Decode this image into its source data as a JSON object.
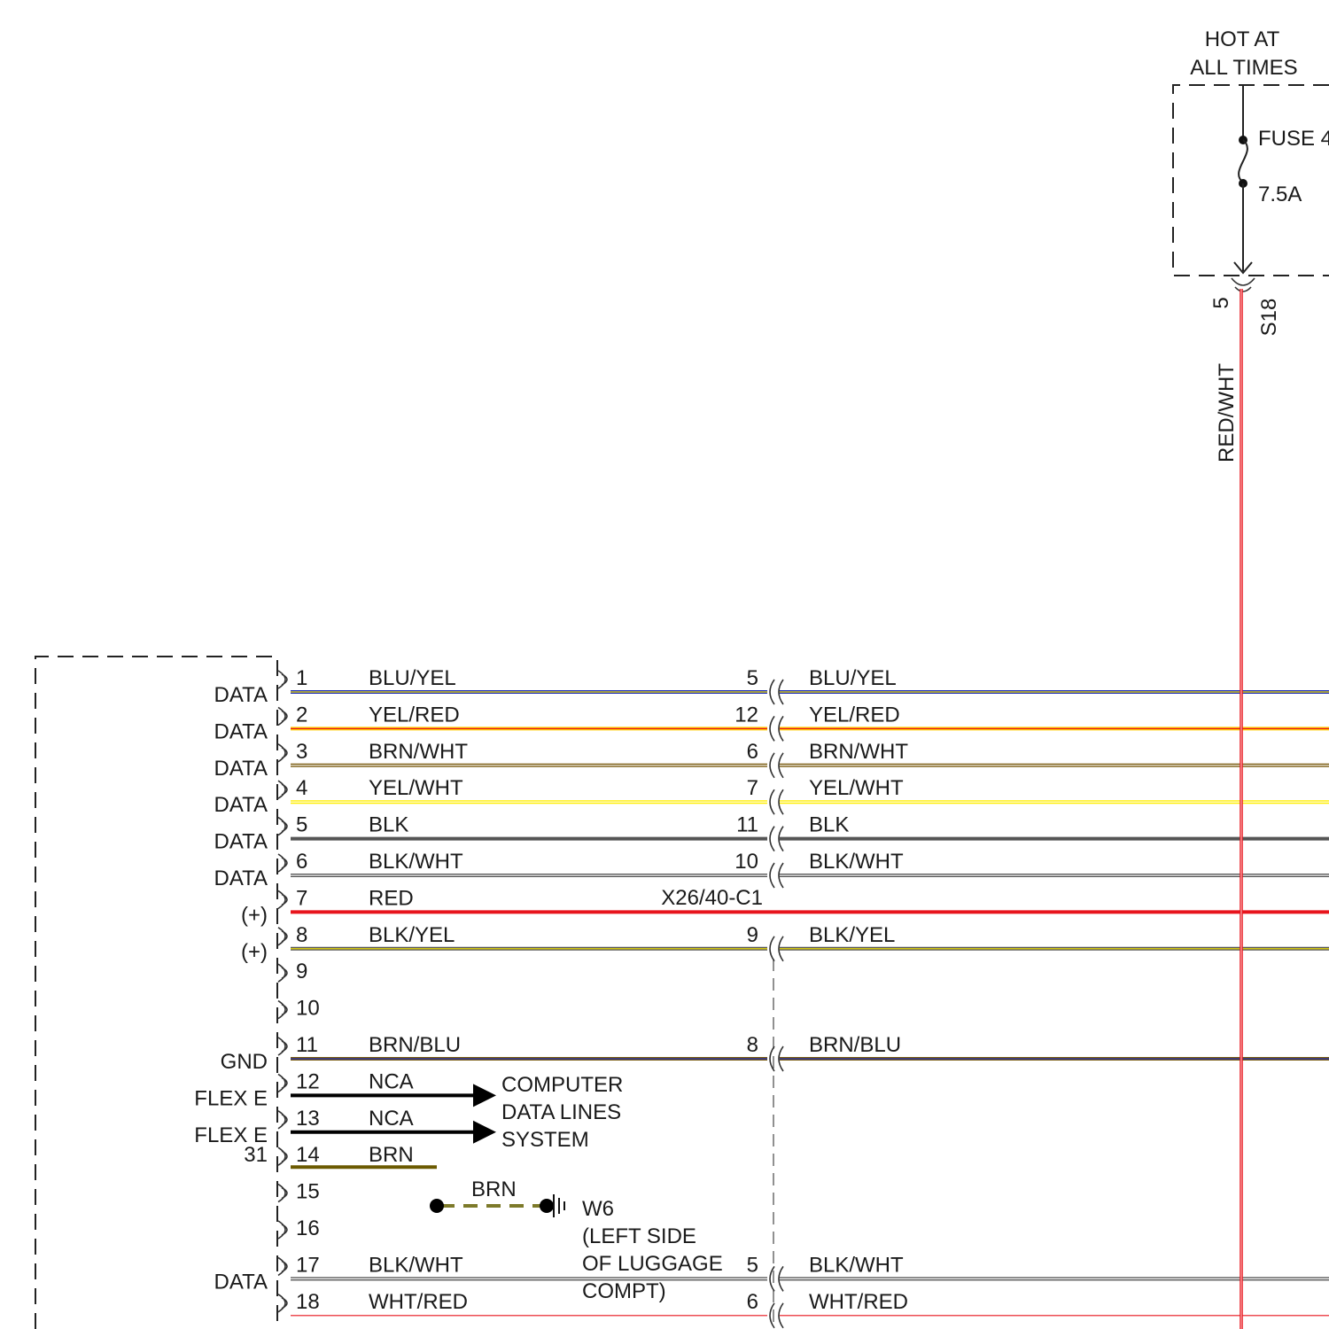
{
  "colors": {
    "BLU": "#1a2ab5",
    "YEL": "#ffee00",
    "RED": "#e8141c",
    "BRN": "#7a5c10",
    "BLK": "#555555",
    "WHT": "#ffffff",
    "black": "#000000",
    "brown_ground": "#6b5a00",
    "gnd_dash": "#7d7a2a"
  },
  "power": {
    "hot_line1": "HOT AT",
    "hot_line2": "ALL TIMES",
    "fuse_label": "FUSE 4",
    "fuse_rating": "7.5A",
    "pin": "5",
    "connector": "S18",
    "wire_color": "RED/WHT"
  },
  "middle_connector_label": "X26/40-C1",
  "pins": [
    {
      "side": "DATA",
      "pin": "1",
      "wire": "BLU/YEL",
      "pin2": "5",
      "wire2": "BLU/YEL",
      "c1": "#1a2ab5",
      "c2": "#ffee00"
    },
    {
      "side": "DATA",
      "pin": "2",
      "wire": "YEL/RED",
      "pin2": "12",
      "wire2": "YEL/RED",
      "c1": "#ffcc00",
      "c2": "#e8141c"
    },
    {
      "side": "DATA",
      "pin": "3",
      "wire": "BRN/WHT",
      "pin2": "6",
      "wire2": "BRN/WHT",
      "c1": "#7a5c10",
      "c2": "#ffffff"
    },
    {
      "side": "DATA",
      "pin": "4",
      "wire": "YEL/WHT",
      "pin2": "7",
      "wire2": "YEL/WHT",
      "c1": "#ffee00",
      "c2": "#ffffff"
    },
    {
      "side": "DATA",
      "pin": "5",
      "wire": "BLK",
      "pin2": "11",
      "wire2": "BLK",
      "c1": "#555555",
      "c2": "#555555"
    },
    {
      "side": "DATA",
      "pin": "6",
      "wire": "BLK/WHT",
      "pin2": "10",
      "wire2": "BLK/WHT",
      "c1": "#555555",
      "c2": "#ffffff"
    },
    {
      "side": "(+)",
      "pin": "7",
      "wire": "RED",
      "pin2": "",
      "wire2": "",
      "c1": "#e8141c",
      "c2": "#e8141c"
    },
    {
      "side": "(+)",
      "pin": "8",
      "wire": "BLK/YEL",
      "pin2": "9",
      "wire2": "BLK/YEL",
      "c1": "#555555",
      "c2": "#ffee00"
    },
    {
      "side": "",
      "pin": "9",
      "wire": "",
      "pin2": "",
      "wire2": "",
      "c1": "",
      "c2": ""
    },
    {
      "side": "",
      "pin": "10",
      "wire": "",
      "pin2": "",
      "wire2": "",
      "c1": "",
      "c2": ""
    },
    {
      "side": "GND",
      "pin": "11",
      "wire": "BRN/BLU",
      "pin2": "8",
      "wire2": "BRN/BLU",
      "c1": "#7a5c10",
      "c2": "#1a2ab5"
    },
    {
      "side": "FLEX E",
      "pin": "12",
      "wire": "NCA",
      "pin2": "",
      "wire2": "",
      "c1": "#000000",
      "c2": "#000000"
    },
    {
      "side": "FLEX E",
      "pin": "13",
      "wire": "NCA",
      "pin2": "",
      "wire2": "",
      "c1": "#000000",
      "c2": "#000000"
    },
    {
      "side": "31",
      "pin": "14",
      "wire": "BRN",
      "pin2": "",
      "wire2": "",
      "c1": "#6b5a00",
      "c2": "#6b5a00"
    },
    {
      "side": "",
      "pin": "15",
      "wire": "",
      "pin2": "",
      "wire2": "",
      "c1": "",
      "c2": ""
    },
    {
      "side": "",
      "pin": "16",
      "wire": "",
      "pin2": "",
      "wire2": "",
      "c1": "",
      "c2": ""
    },
    {
      "side": "DATA",
      "pin": "17",
      "wire": "BLK/WHT",
      "pin2": "5",
      "wire2": "BLK/WHT",
      "c1": "#555555",
      "c2": "#ffffff"
    },
    {
      "side": "",
      "pin": "18",
      "wire": "WHT/RED",
      "pin2": "6",
      "wire2": "WHT/RED",
      "c1": "#ffffff",
      "c2": "#e8141c"
    }
  ],
  "computer_data": {
    "line1": "COMPUTER",
    "line2": "DATA LINES",
    "line3": "SYSTEM"
  },
  "ground": {
    "wire": "BRN",
    "id": "W6",
    "line1": "(LEFT SIDE",
    "line2": "OF LUGGAGE",
    "line3": "COMPT)"
  }
}
